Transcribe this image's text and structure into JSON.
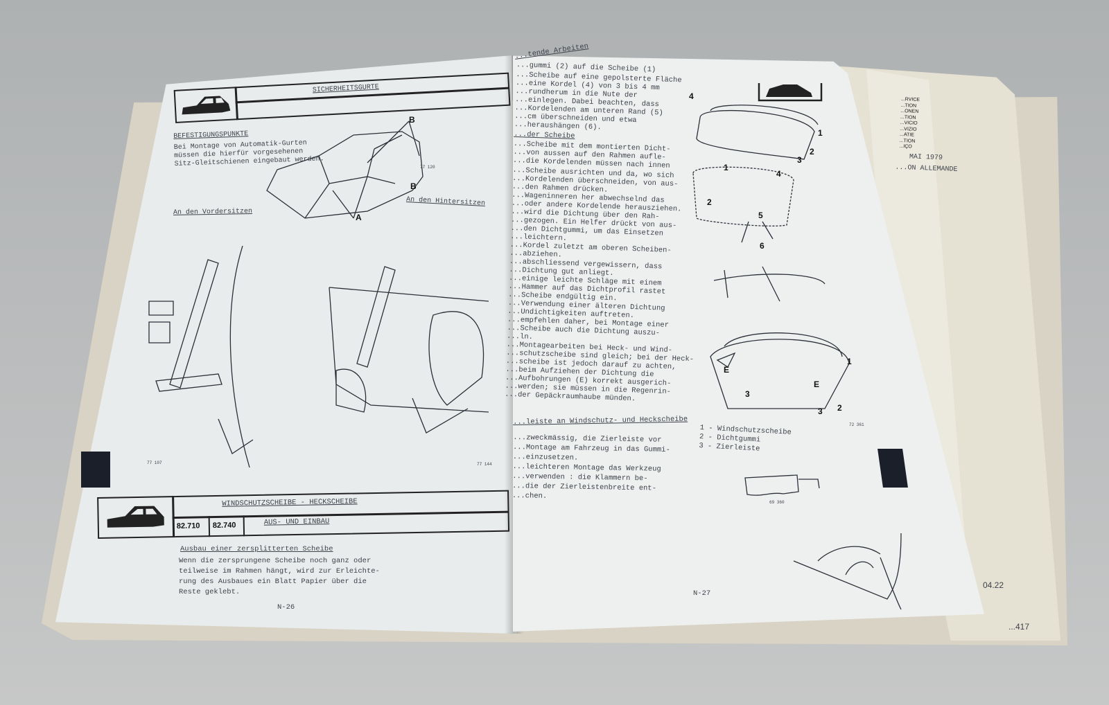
{
  "left_page": {
    "header_title": "SICHERHEITSGURTE",
    "section1_title": "BEFESTIGUNGSPUNKTE",
    "section1_text": "Bei Montage von Automatik-Gurten\nmüssen die hierfür vorgesehenen\nSitz-Gleitschienen eingebaut werden.",
    "label_b": "B",
    "label_a": "A",
    "caption_front": "An den Vordersitzen",
    "caption_rear": "An den Hintersitzen",
    "fig_numbers": [
      "77 120",
      "77 107",
      "77 144"
    ],
    "header2_title": "WINDSCHUTZSCHEIBE - HECKSCHEIBE",
    "header2_sub": "AUS- UND EINBAU",
    "codes": [
      "82.710",
      "82.740"
    ],
    "section2_title": "Ausbau einer zersplitterten Scheibe",
    "section2_text": "Wenn die zersprungene Scheibe noch ganz oder\nteilweise im Rahmen hängt, wird zur Erleichte-\nrung des Ausbaues ein Blatt Papier über die\nReste geklebt.",
    "page_number": "N-26"
  },
  "right_page": {
    "title": "...tende Arbeiten",
    "text1": "...gummi (2) auf die Scheibe (1)",
    "text2": "...Scheibe auf eine gepolsterte Fläche\n...eine Kordel (4) von 3 bis 4 mm\n...rundherum in die Nute der\n...einlegen. Dabei beachten, dass\n...Kordelenden am unteren Rand (5)\n...cm überschneiden und etwa\n...heraushängen (6).",
    "section_title": "...der Scheibe",
    "text3": "...Scheibe mit dem montierten Dicht-\n...von aussen auf den Rahmen aufle-\n...die Kordelenden müssen nach innen",
    "text4": "...Scheibe ausrichten und da, wo sich\n...Kordelenden überschneiden, von aus-\n...den Rahmen drücken.\n...Wageninneren her abwechselnd das\n...oder andere Kordelende herausziehen.\n...wird die Dichtung über den Rah-\n...gezogen. Ein Helfer drückt von aus-\n...den Dichtgummi, um das Einsetzen\n...leichtern.\n...Kordel zuletzt am oberen Scheiben-\n...abziehen.\n...abschliessend vergewissern, dass\n...Dichtung gut anliegt.\n...einige leichte Schläge mit einem\n...Hammer auf das Dichtprofil rastet\n...Scheibe endgültig ein.\n...Verwendung einer älteren Dichtung\n...Undichtigkeiten auftreten.\n...empfehlen daher, bei Montage einer\n...Scheibe auch die Dichtung auszu-\n...ln.\n...Montagearbeiten bei Heck- und Wind-\n...schutzscheibe sind gleich; bei der Heck-\n...scheibe ist jedoch darauf zu achten,\n...beim Aufziehen der Dichtung die\n...Aufbohrungen (E) korrekt ausgerich-\n...werden; sie müssen in die Regenrin-\n...der Gepäckraumhaube münden.",
    "section2_title": "...leiste an Windschutz- und Heckscheibe",
    "text5": "...zweckmässig, die Zierleiste vor\n...Montage am Fahrzeug in das Gummi-\n...einzusetzen.\n...leichteren Montage das Werkzeug\n...verwenden : die Klammern be-\n...die der Zierleistenbreite ent-\n...chen.",
    "legend": [
      "1 - Windschutzscheibe",
      "2 - Dichtgummi",
      "3 - Zierleiste"
    ],
    "fig_labels": [
      "1",
      "2",
      "3",
      "4",
      "5",
      "6",
      "E"
    ],
    "fig_numbers": [
      "72 361",
      "69 360"
    ],
    "page_number": "N-27"
  },
  "back_page": {
    "languages": [
      "...RVICE",
      "...TION",
      "...ONEN",
      "...TION",
      "...VICIO",
      "...VIZIO",
      "...ATIE",
      "...TION",
      "...IÇO"
    ],
    "date": "MAI 1979",
    "edition": "...ON ALLEMANDE",
    "footer_code": "04.22",
    "footer_code2": "...417"
  }
}
